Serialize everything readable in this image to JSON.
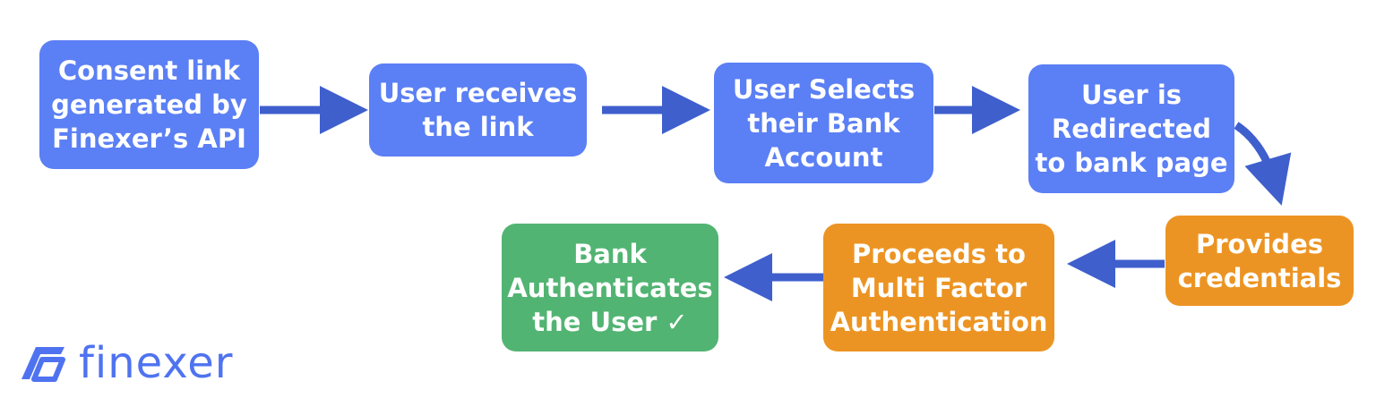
{
  "steps": [
    {
      "text": "Consent link\ngenerated by\nFinexer’s API",
      "color": "blue"
    },
    {
      "text": "User receives\nthe link",
      "color": "blue"
    },
    {
      "text": "User Selects\ntheir Bank\nAccount",
      "color": "blue"
    },
    {
      "text": "User is\nRedirected\nto bank page",
      "color": "blue"
    },
    {
      "text": "Provides\ncredentials",
      "color": "orange"
    },
    {
      "text": "Proceeds to\nMulti Factor\nAuthentication",
      "color": "orange"
    },
    {
      "text": "Bank\nAuthenticates\nthe User ✓",
      "color": "green"
    }
  ],
  "colors": {
    "blue": "#5b7ff4",
    "orange": "#ec9423",
    "green": "#52b472",
    "arrow": "#3f5fcd"
  },
  "logo": {
    "text": "finexer",
    "icon": "finexer-logo-icon"
  }
}
